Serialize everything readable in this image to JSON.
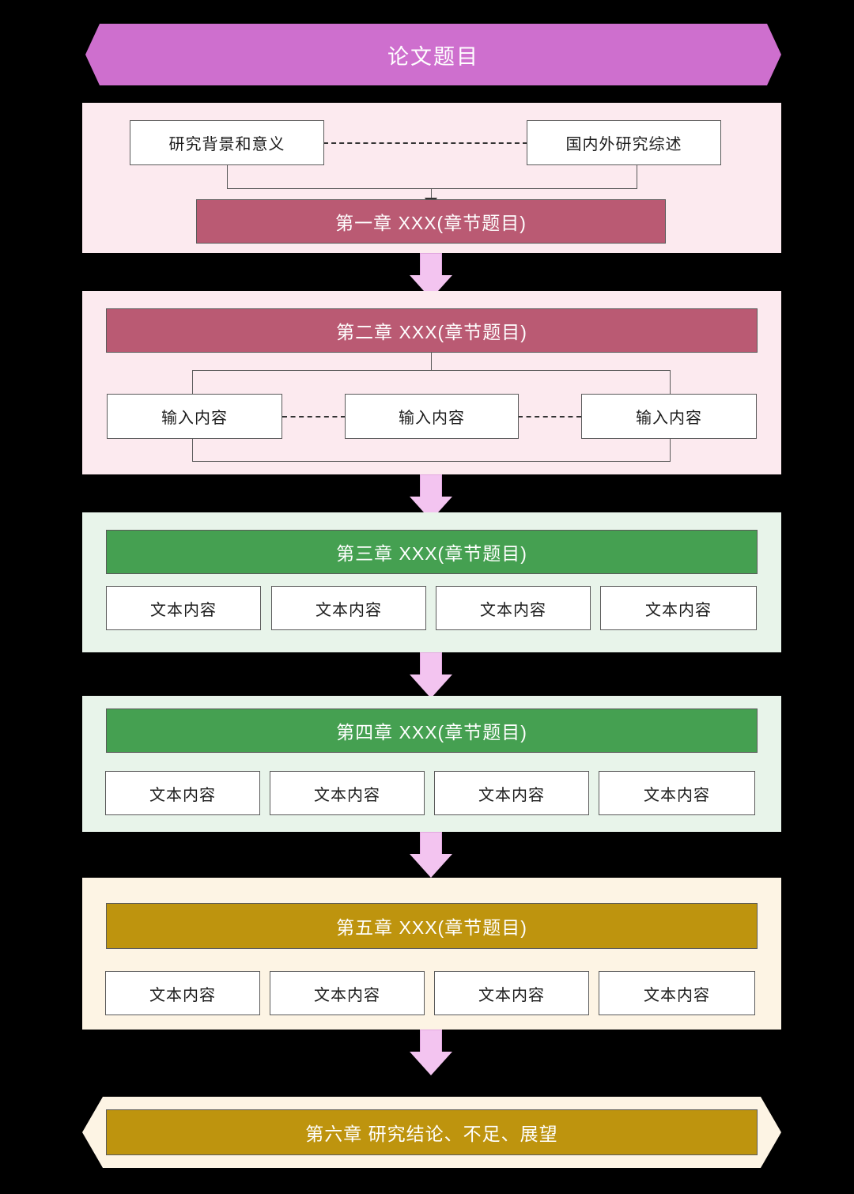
{
  "title": {
    "text": "论文题目"
  },
  "colors": {
    "background": "#000000",
    "title_banner": "#ce6fce",
    "rose_header": "#ba5a73",
    "green_header": "#45a051",
    "gold_header": "#be940e",
    "pink_panel": "#fceaef",
    "green_panel": "#e8f4ea",
    "cream_panel": "#fdf4e4",
    "arrow": "#f3c4f0",
    "box_fill": "#ffffff",
    "box_border": "#5a5a5a"
  },
  "sections": [
    {
      "id": "chapter-1",
      "panel_style": "pink",
      "top_boxes": [
        {
          "label": "研究背景和意义"
        },
        {
          "label": "国内外研究综述"
        }
      ],
      "header": {
        "label": "第一章 XXX(章节题目)",
        "style": "rose"
      }
    },
    {
      "id": "chapter-2",
      "panel_style": "pink",
      "header": {
        "label": "第二章 XXX(章节题目)",
        "style": "rose"
      },
      "bottom_boxes": [
        {
          "label": "输入内容"
        },
        {
          "label": "输入内容"
        },
        {
          "label": "输入内容"
        }
      ]
    },
    {
      "id": "chapter-3",
      "panel_style": "green",
      "header": {
        "label": "第三章 XXX(章节题目)",
        "style": "green"
      },
      "bottom_boxes": [
        {
          "label": "文本内容"
        },
        {
          "label": "文本内容"
        },
        {
          "label": "文本内容"
        },
        {
          "label": "文本内容"
        }
      ]
    },
    {
      "id": "chapter-4",
      "panel_style": "green",
      "header": {
        "label": "第四章 XXX(章节题目)",
        "style": "green"
      },
      "bottom_boxes": [
        {
          "label": "文本内容"
        },
        {
          "label": "文本内容"
        },
        {
          "label": "文本内容"
        },
        {
          "label": "文本内容"
        }
      ]
    },
    {
      "id": "chapter-5",
      "panel_style": "cream",
      "header": {
        "label": "第五章 XXX(章节题目)",
        "style": "gold"
      },
      "bottom_boxes": [
        {
          "label": "文本内容"
        },
        {
          "label": "文本内容"
        },
        {
          "label": "文本内容"
        },
        {
          "label": "文本内容"
        }
      ]
    },
    {
      "id": "chapter-6",
      "panel_style": "cream",
      "header": {
        "label": "第六章 研究结论、不足、展望",
        "style": "gold"
      }
    }
  ],
  "flow_arrows": [
    {
      "id": "arrow-1-to-2"
    },
    {
      "id": "arrow-2-to-3"
    },
    {
      "id": "arrow-3-to-4"
    },
    {
      "id": "arrow-4-to-5"
    },
    {
      "id": "arrow-5-to-6"
    }
  ]
}
